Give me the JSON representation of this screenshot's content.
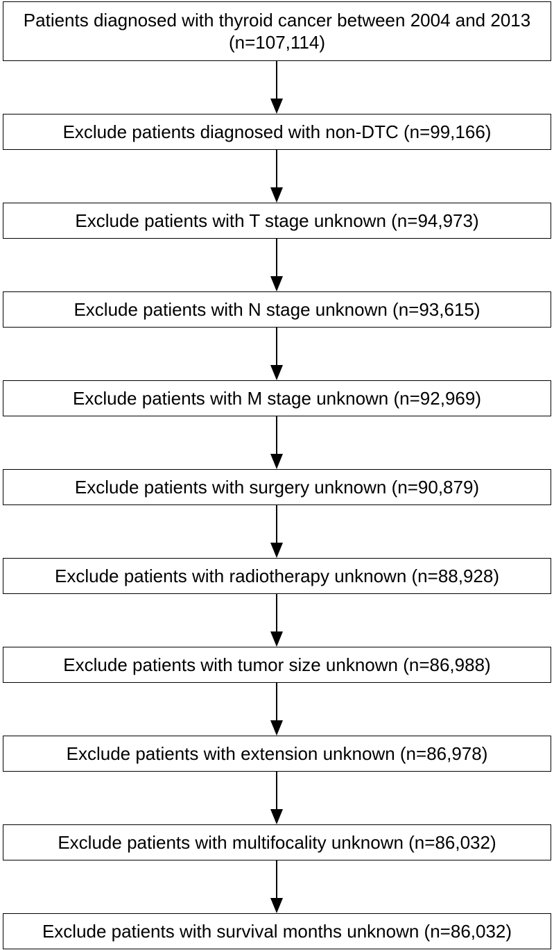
{
  "flowchart": {
    "steps": [
      "Patients diagnosed with thyroid cancer between 2004 and 2013 (n=107,114)",
      "Exclude patients diagnosed with non-DTC (n=99,166)",
      "Exclude patients with T stage unknown (n=94,973)",
      "Exclude patients with N stage unknown (n=93,615)",
      "Exclude patients with M stage unknown (n=92,969)",
      "Exclude patients with surgery unknown (n=90,879)",
      "Exclude patients with radiotherapy unknown (n=88,928)",
      "Exclude patients with tumor size unknown (n=86,988)",
      "Exclude patients with extension unknown (n=86,978)",
      "Exclude patients with multifocality unknown (n=86,032)",
      "Exclude patients with survival months unknown (n=86,032)"
    ]
  }
}
